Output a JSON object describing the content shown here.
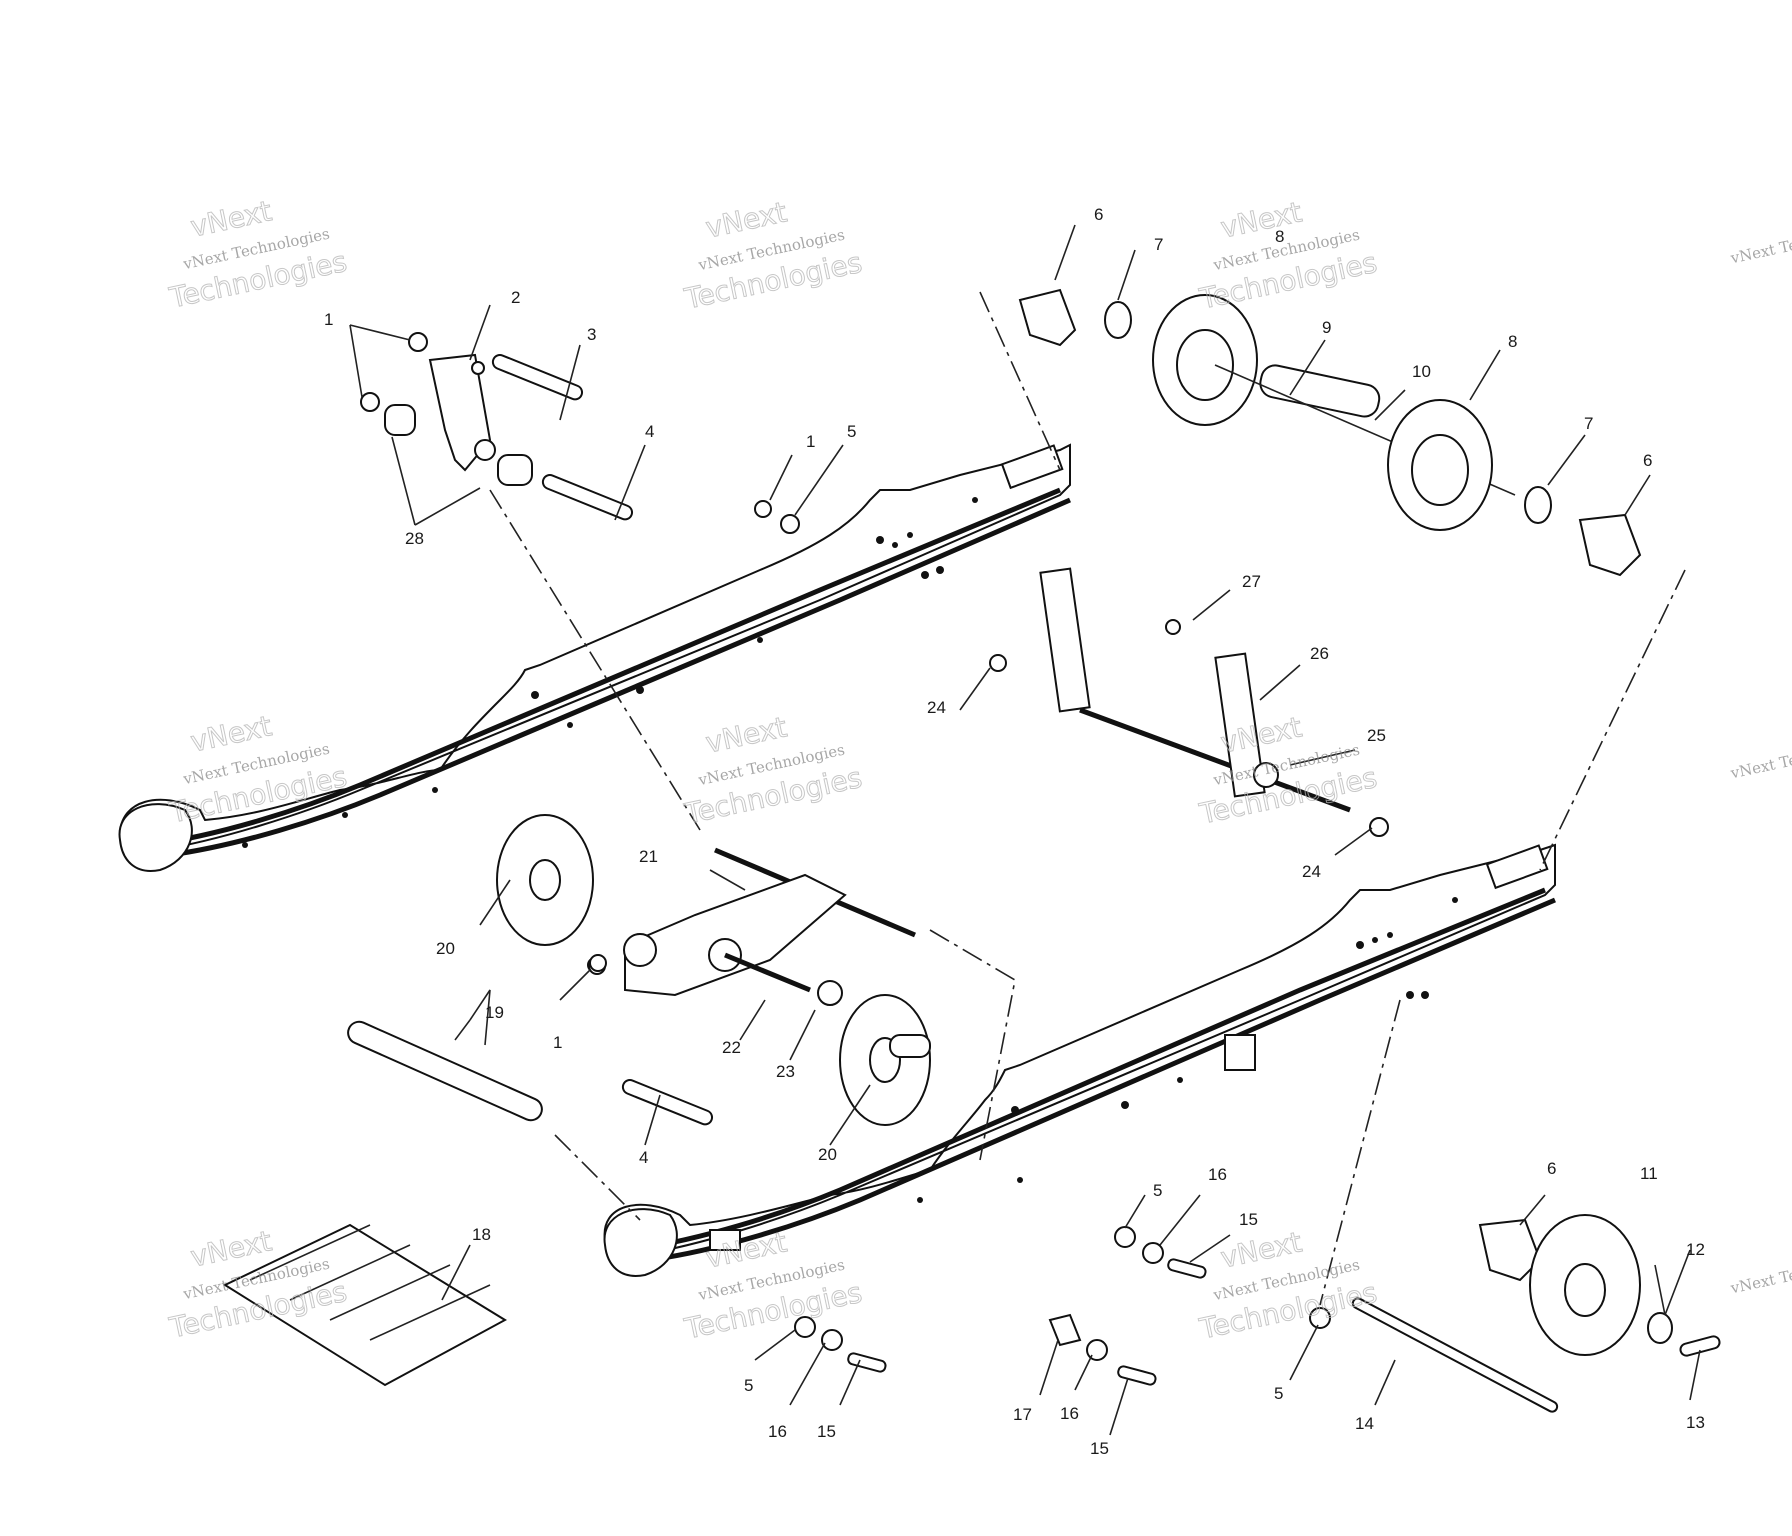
{
  "callouts": {
    "c1a": "1",
    "c1b": "1",
    "c1c": "1",
    "c2": "2",
    "c3": "3",
    "c4a": "4",
    "c4b": "4",
    "c5a": "5",
    "c5b": "5",
    "c5c": "5",
    "c5d": "5",
    "c6a": "6",
    "c6b": "6",
    "c6c": "6",
    "c7a": "7",
    "c7b": "7",
    "c8a": "8",
    "c8b": "8",
    "c9": "9",
    "c10": "10",
    "c11": "11",
    "c12": "12",
    "c13": "13",
    "c14": "14",
    "c15a": "15",
    "c15b": "15",
    "c15c": "15",
    "c16a": "16",
    "c16b": "16",
    "c16c": "16",
    "c17": "17",
    "c18": "18",
    "c19": "19",
    "c20a": "20",
    "c20b": "20",
    "c21": "21",
    "c22": "22",
    "c23": "23",
    "c24a": "24",
    "c24b": "24",
    "c25": "25",
    "c26": "26",
    "c27": "27",
    "c28": "28"
  },
  "watermark": {
    "line1": "vNext Technologies",
    "line2": "Technologies",
    "line3": "vNext"
  }
}
